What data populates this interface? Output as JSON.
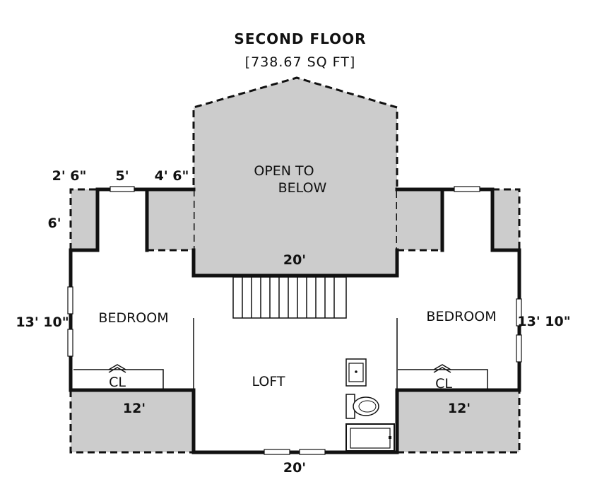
{
  "header": {
    "title": "SECOND FLOOR",
    "area": "[738.67 SQ FT]"
  },
  "rooms": {
    "open_to_below_line1": "OPEN TO",
    "open_to_below_line2": "BELOW",
    "bedroom_left": "BEDROOM",
    "bedroom_right": "BEDROOM",
    "loft": "LOFT",
    "closet_left": "CL",
    "closet_right": "CL"
  },
  "dimensions": {
    "top_left_corner": "2' 6\"",
    "top_left_window": "5'",
    "top_left_inner": "4' 6\"",
    "left_dormer_height": "6'",
    "open_below_width": "20'",
    "left_height": "13' 10\"",
    "right_height": "13' 10\"",
    "left_bottom": "12'",
    "right_bottom": "12'",
    "bottom_width": "20'"
  },
  "colors": {
    "wall": "#111111",
    "shaded": "#cccccc",
    "floor": "#ffffff"
  }
}
